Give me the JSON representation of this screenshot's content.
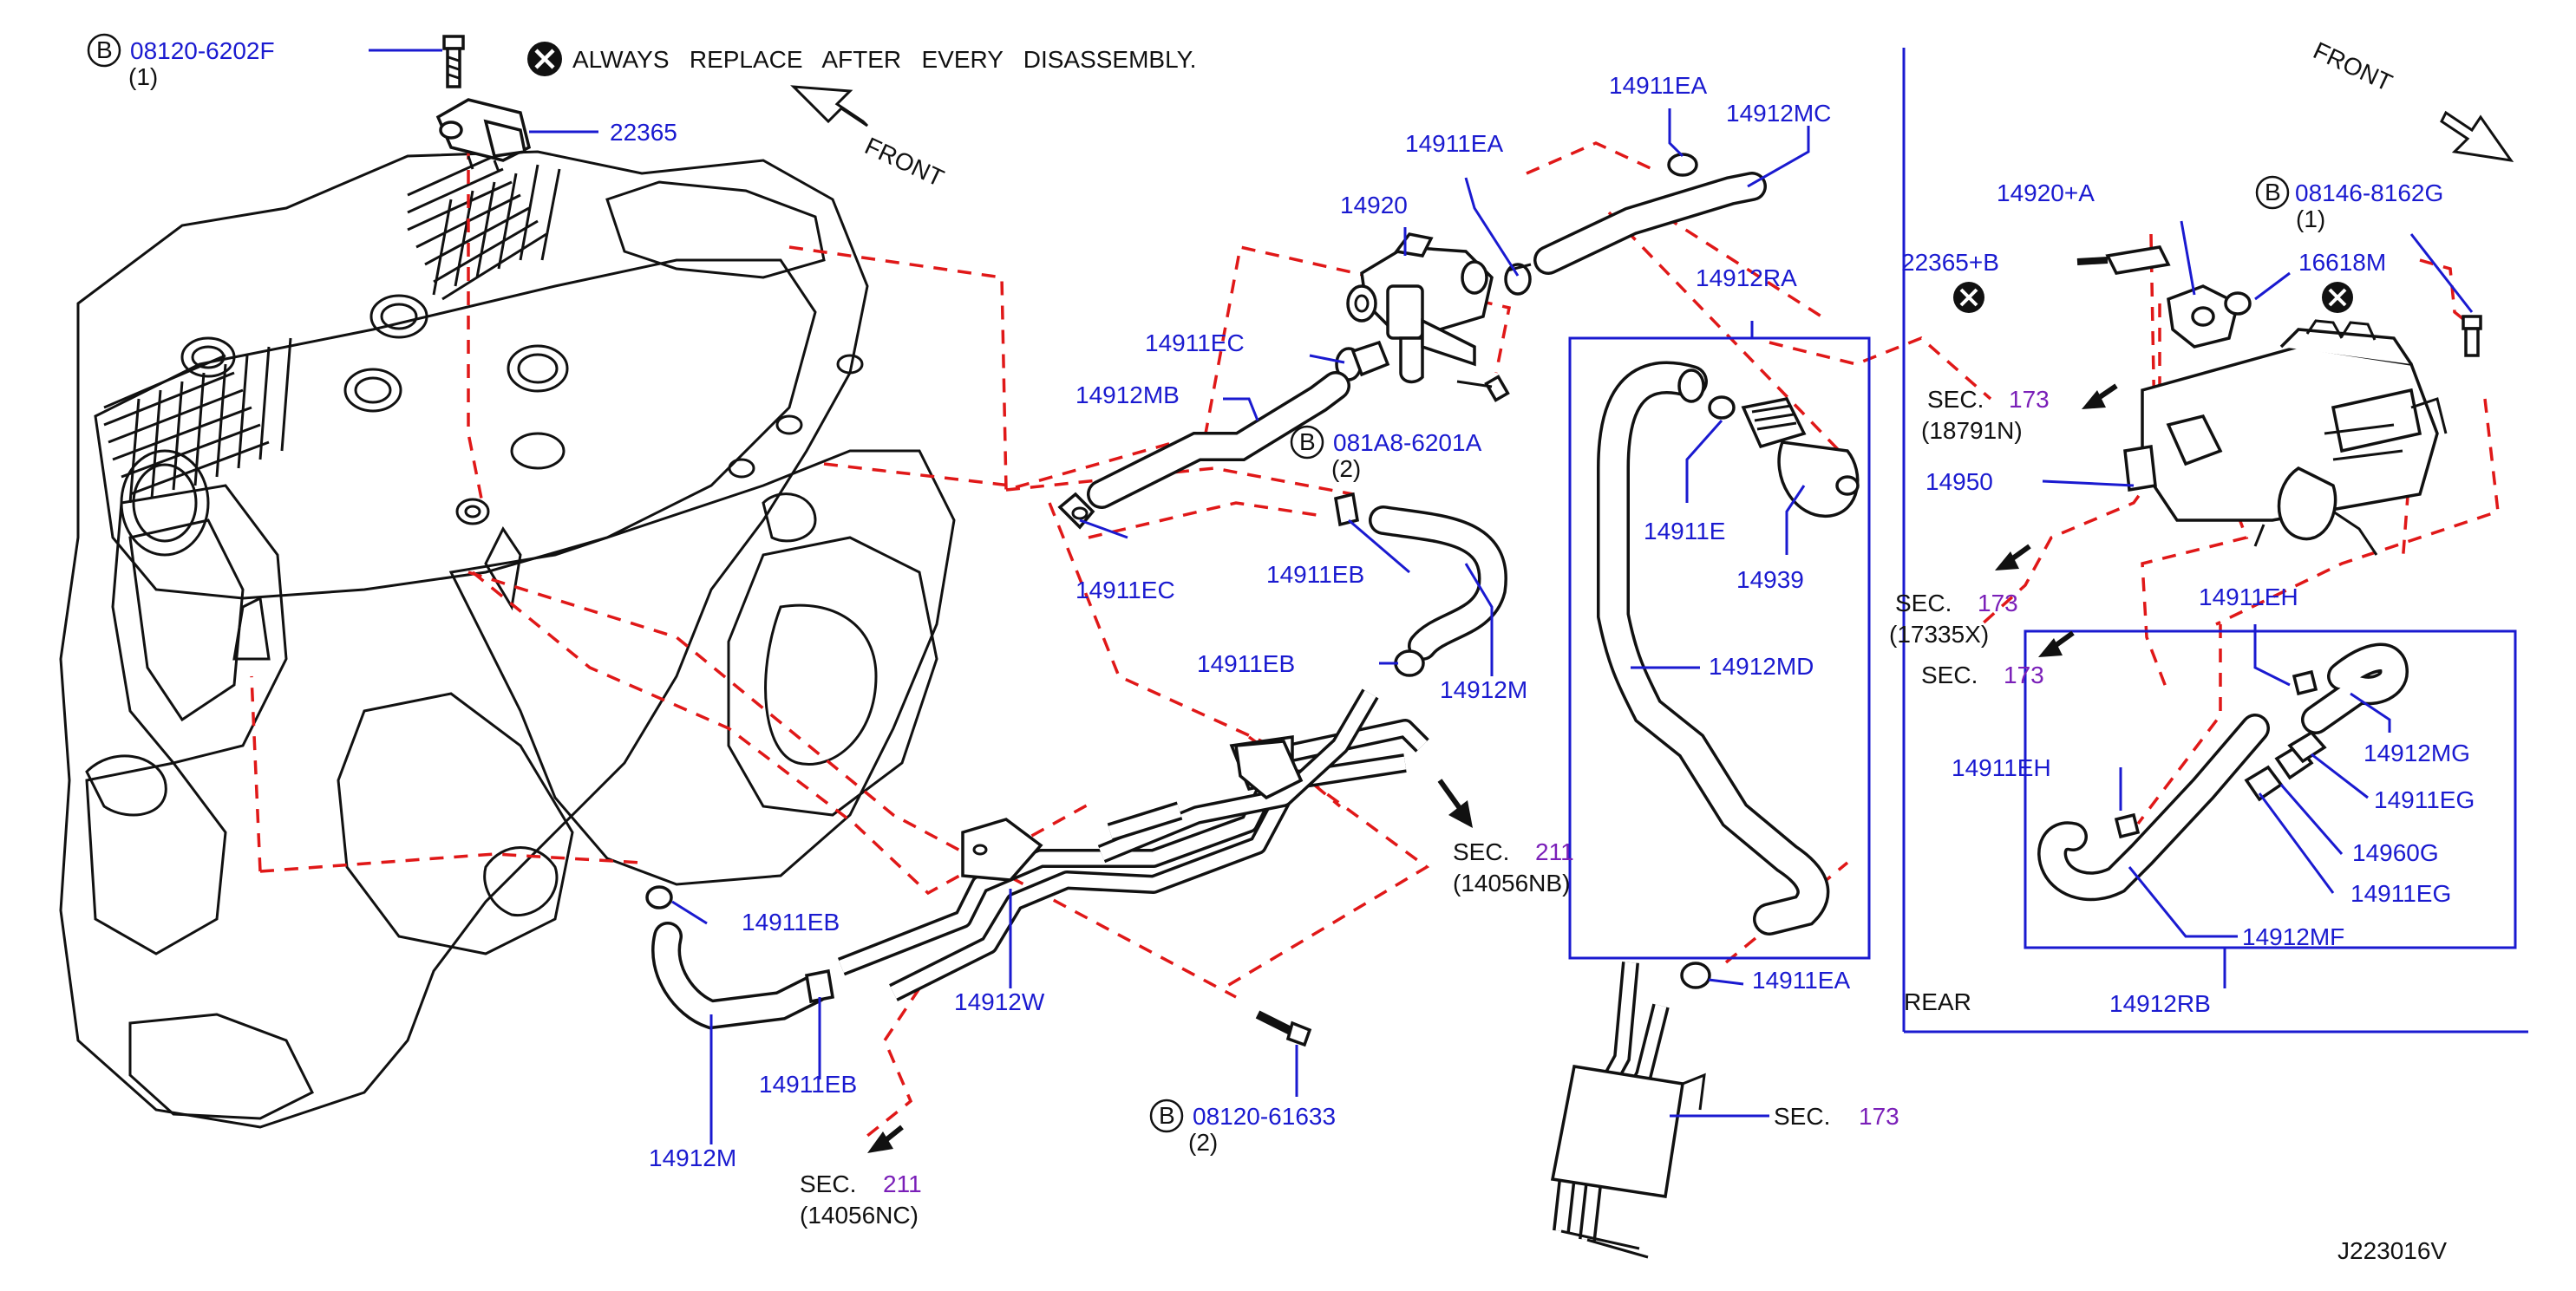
{
  "notice": {
    "symbol": "x-circle",
    "text": "ALWAYS   REPLACE   AFTER   EVERY   DISASSEMBLY."
  },
  "front_left": "FRONT",
  "front_right": "FRONT",
  "rear": "REAR",
  "diagram_id": "J223016V",
  "bolts": [
    {
      "badge": "B",
      "part": "08120-6202F",
      "qty": "(1)"
    },
    {
      "badge": "B",
      "part": "081A8-6201A",
      "qty": "(2)"
    },
    {
      "badge": "B",
      "part": "08120-61633",
      "qty": "(2)"
    },
    {
      "badge": "B",
      "part": "08146-8162G",
      "qty": "(1)"
    }
  ],
  "labels": {
    "p22365": "22365",
    "p14920": "14920",
    "p14911EA_a": "14911EA",
    "p14911EA_b": "14911EA",
    "p14911EA_c": "14911EA",
    "p14912MC": "14912MC",
    "p14911EC_a": "14911EC",
    "p14911EC_b": "14911EC",
    "p14912MB": "14912MB",
    "p14912RA": "14912RA",
    "p14911E": "14911E",
    "p14939": "14939",
    "p14911EB_a": "14911EB",
    "p14911EB_b": "14911EB",
    "p14911EB_c": "14911EB",
    "p14911EB_d": "14911EB",
    "p14912M_a": "14912M",
    "p14912M_b": "14912M",
    "p14912MD": "14912MD",
    "p14912W": "14912W",
    "p14920A": "14920+A",
    "p22365B": "22365+B",
    "p16618M": "16618M",
    "p14950": "14950",
    "p14911EH_a": "14911EH",
    "p14911EH_b": "14911EH",
    "p14912MG": "14912MG",
    "p14911EG_a": "14911EG",
    "p14911EG_b": "14911EG",
    "p14960G": "14960G",
    "p14912MF": "14912MF",
    "p14912RB": "14912RB"
  },
  "sections": [
    {
      "word": "SEC.",
      "num": "211",
      "ref": "(14056NB)"
    },
    {
      "word": "SEC.",
      "num": "211",
      "ref": "(14056NC)"
    },
    {
      "word": "SEC.",
      "num": "173",
      "ref": ""
    },
    {
      "word": "SEC.",
      "num": "173",
      "ref": "(18791N)"
    },
    {
      "word": "SEC.",
      "num": "173",
      "ref": "(17335X)"
    },
    {
      "word": "SEC.",
      "num": "173",
      "ref": ""
    }
  ],
  "colors": {
    "part_number": "#1a1ad0",
    "section_number": "#7a1fb8",
    "routing_line": "#e01818",
    "drawing": "#111111"
  }
}
